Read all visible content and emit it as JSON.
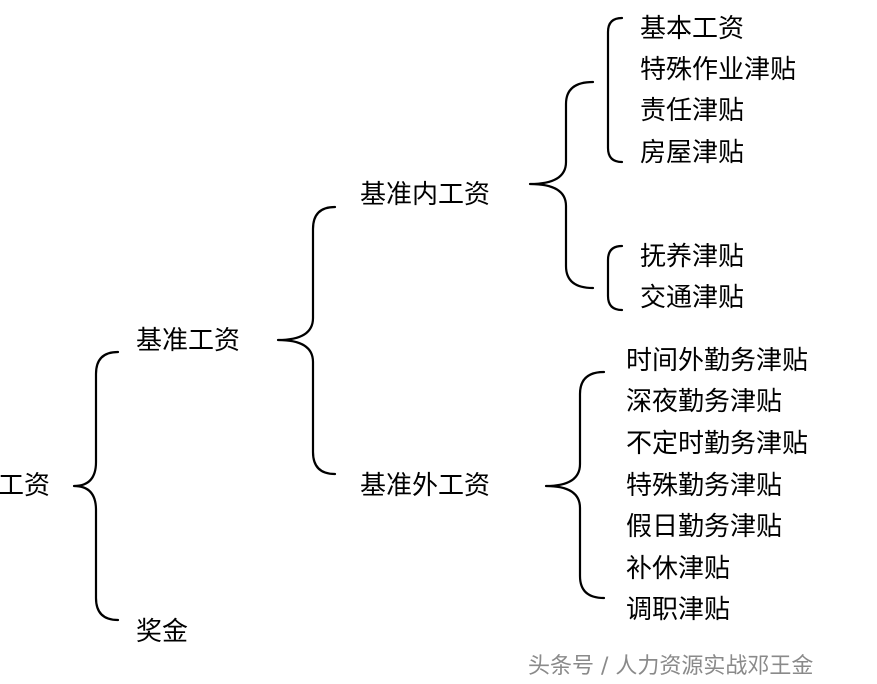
{
  "root": "工资",
  "level1": {
    "base": "基准工资",
    "bonus": "奖金"
  },
  "level2": {
    "inner": "基准内工资",
    "outer": "基准外工资"
  },
  "inner_group_a": [
    "基本工资",
    "特殊作业津贴",
    "责任津贴",
    "房屋津贴"
  ],
  "inner_group_b": [
    "抚养津贴",
    "交通津贴"
  ],
  "outer_items": [
    "时间外勤务津贴",
    "深夜勤务津贴",
    "不定时勤务津贴",
    "特殊勤务津贴",
    "假日勤务津贴",
    "补休津贴",
    "调职津贴"
  ],
  "watermark": "头条号 / 人力资源实战邓王金"
}
